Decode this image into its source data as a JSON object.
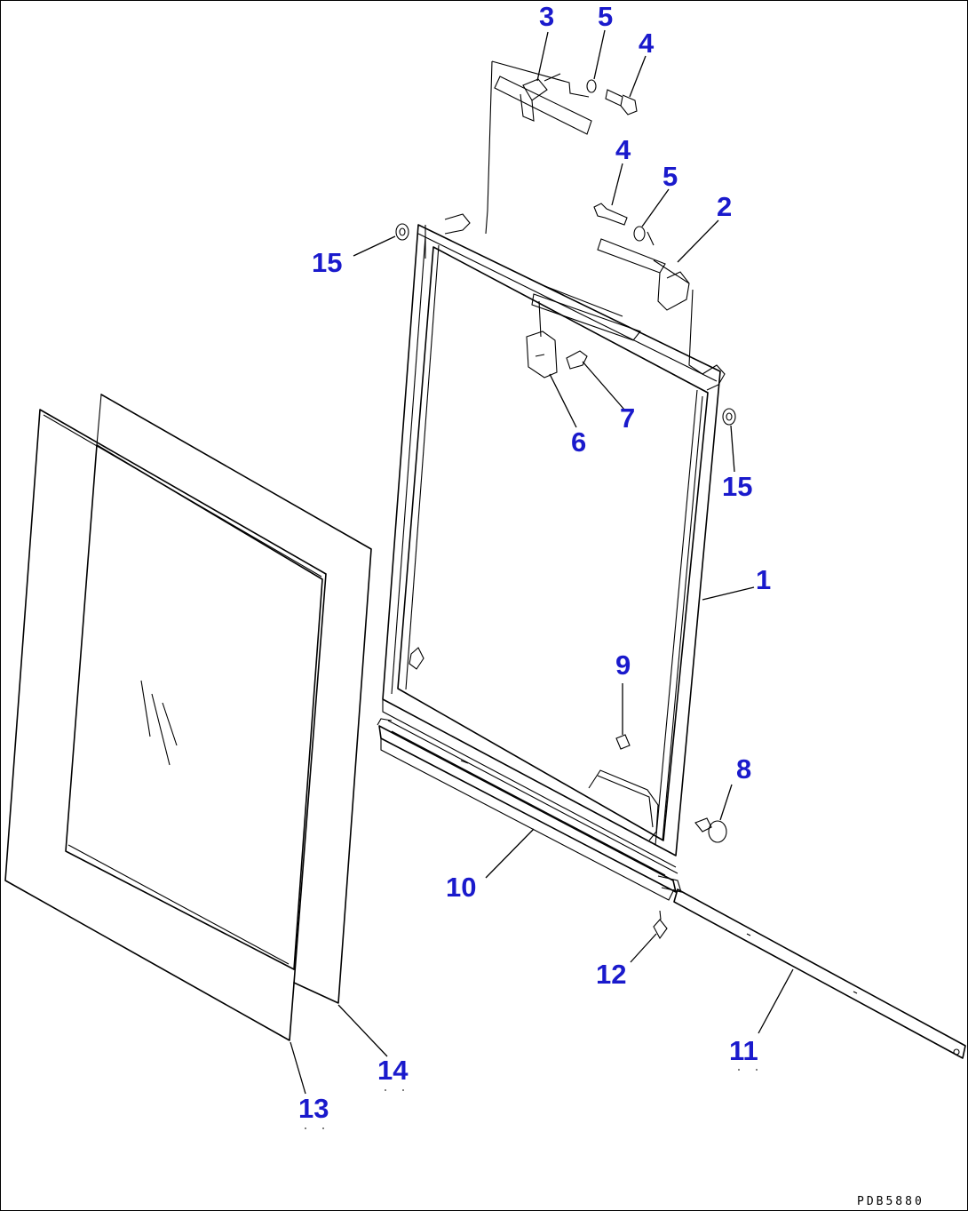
{
  "callouts": {
    "p3": "3",
    "p5a": "5",
    "p4a": "4",
    "p4b": "4",
    "p5b": "5",
    "p2": "2",
    "p15a": "15",
    "p15b": "15",
    "p7": "7",
    "p6": "6",
    "p1": "1",
    "p9": "9",
    "p8": "8",
    "p10": "10",
    "p12": "12",
    "p11": "11",
    "p14": "14",
    "p13": "13"
  },
  "drawing_code": "PDB5880",
  "colors": {
    "callout": "#1a1acc",
    "line": "#000000"
  }
}
